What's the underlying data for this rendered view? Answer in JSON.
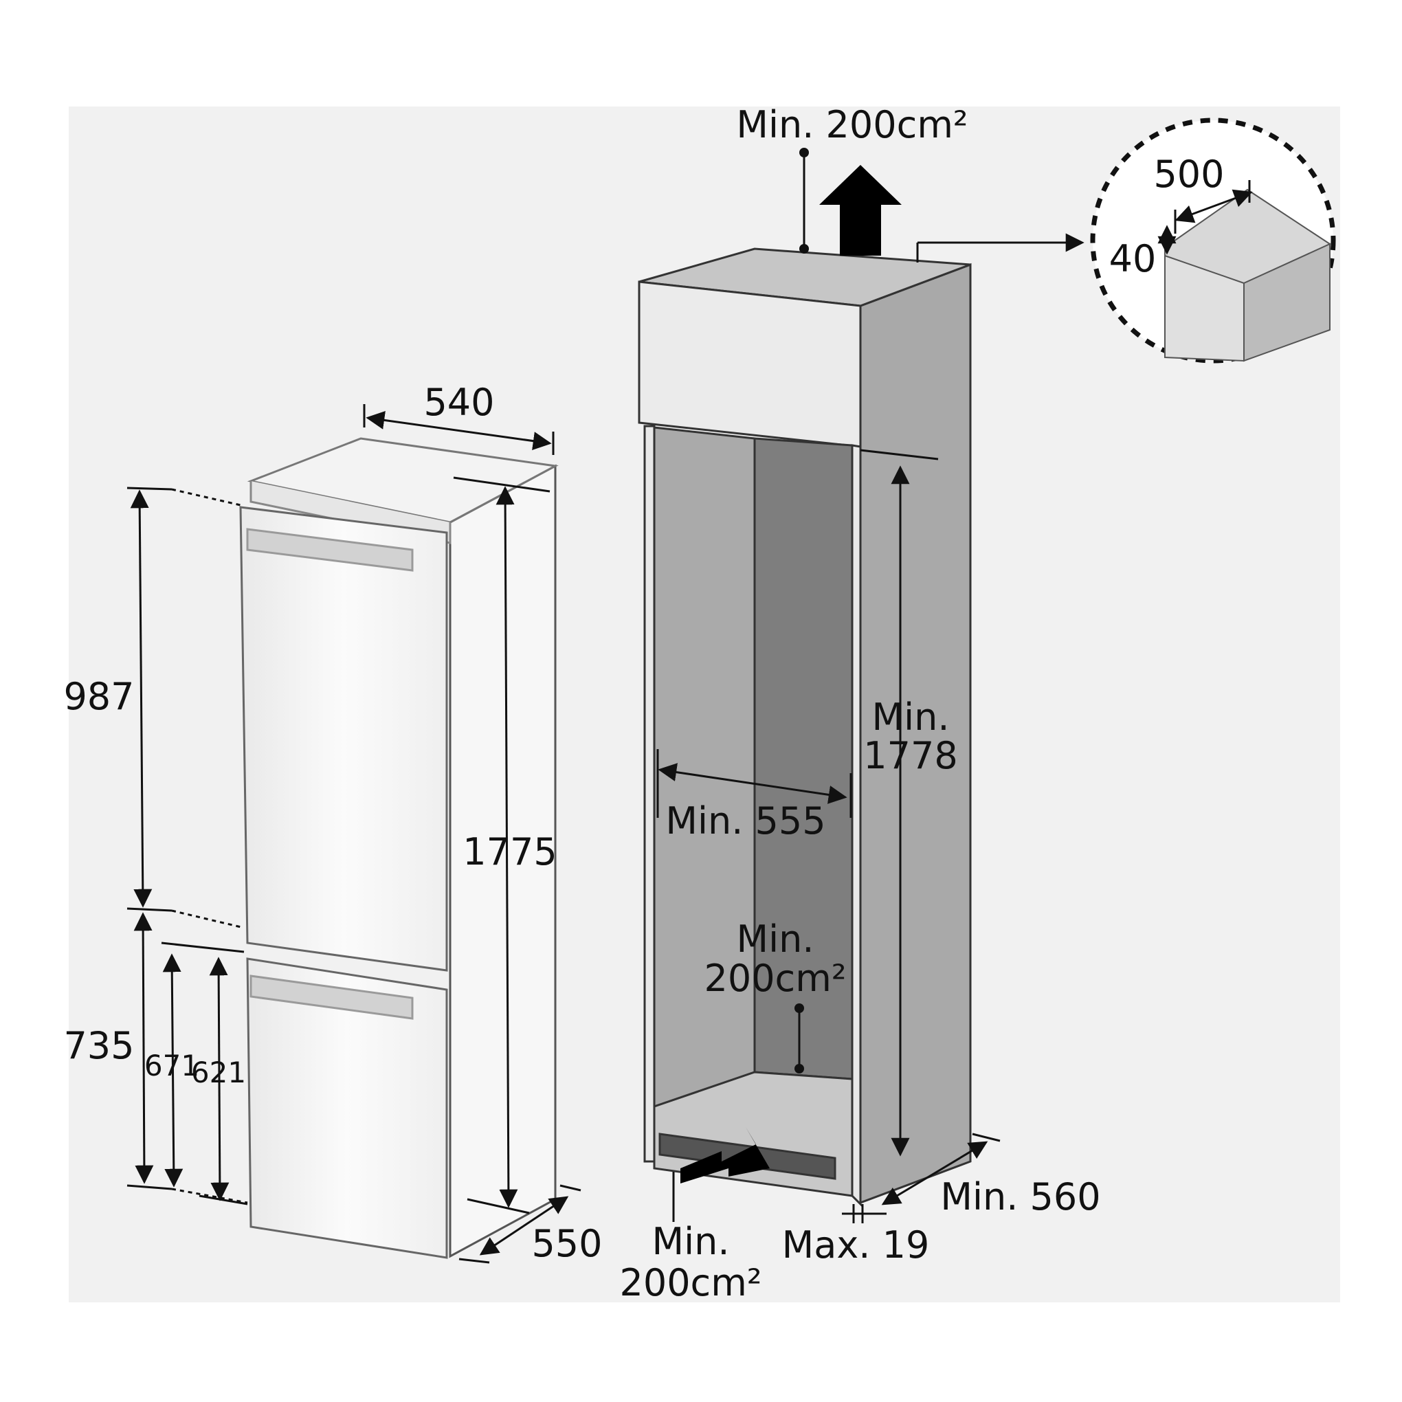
{
  "colors": {
    "background": "#ffffff",
    "panel": "#f1f1f1",
    "cabinet_side": "#a9a9a9",
    "cabinet_interior_back": "#7e7e7e",
    "cabinet_top_face": "#c6c6c6",
    "line": "#111111"
  },
  "fridge": {
    "width": "540",
    "depth": "550",
    "height": "1775",
    "upper_door_height": "987",
    "lower_door_height": "735",
    "lower_inner_1": "671",
    "lower_inner_2": "621"
  },
  "cabinet": {
    "top_vent": "Min. 200cm²",
    "interior_height_l1": "Min.",
    "interior_height_l2": "1778",
    "interior_width": "Min. 555",
    "rear_vent_l1": "Min.",
    "rear_vent_l2": "200cm²",
    "bottom_vent_l1": "Min.",
    "bottom_vent_l2": "200cm²",
    "depth": "Min. 560",
    "side_thickness": "Max. 19"
  },
  "detail": {
    "width": "500",
    "height": "40"
  }
}
